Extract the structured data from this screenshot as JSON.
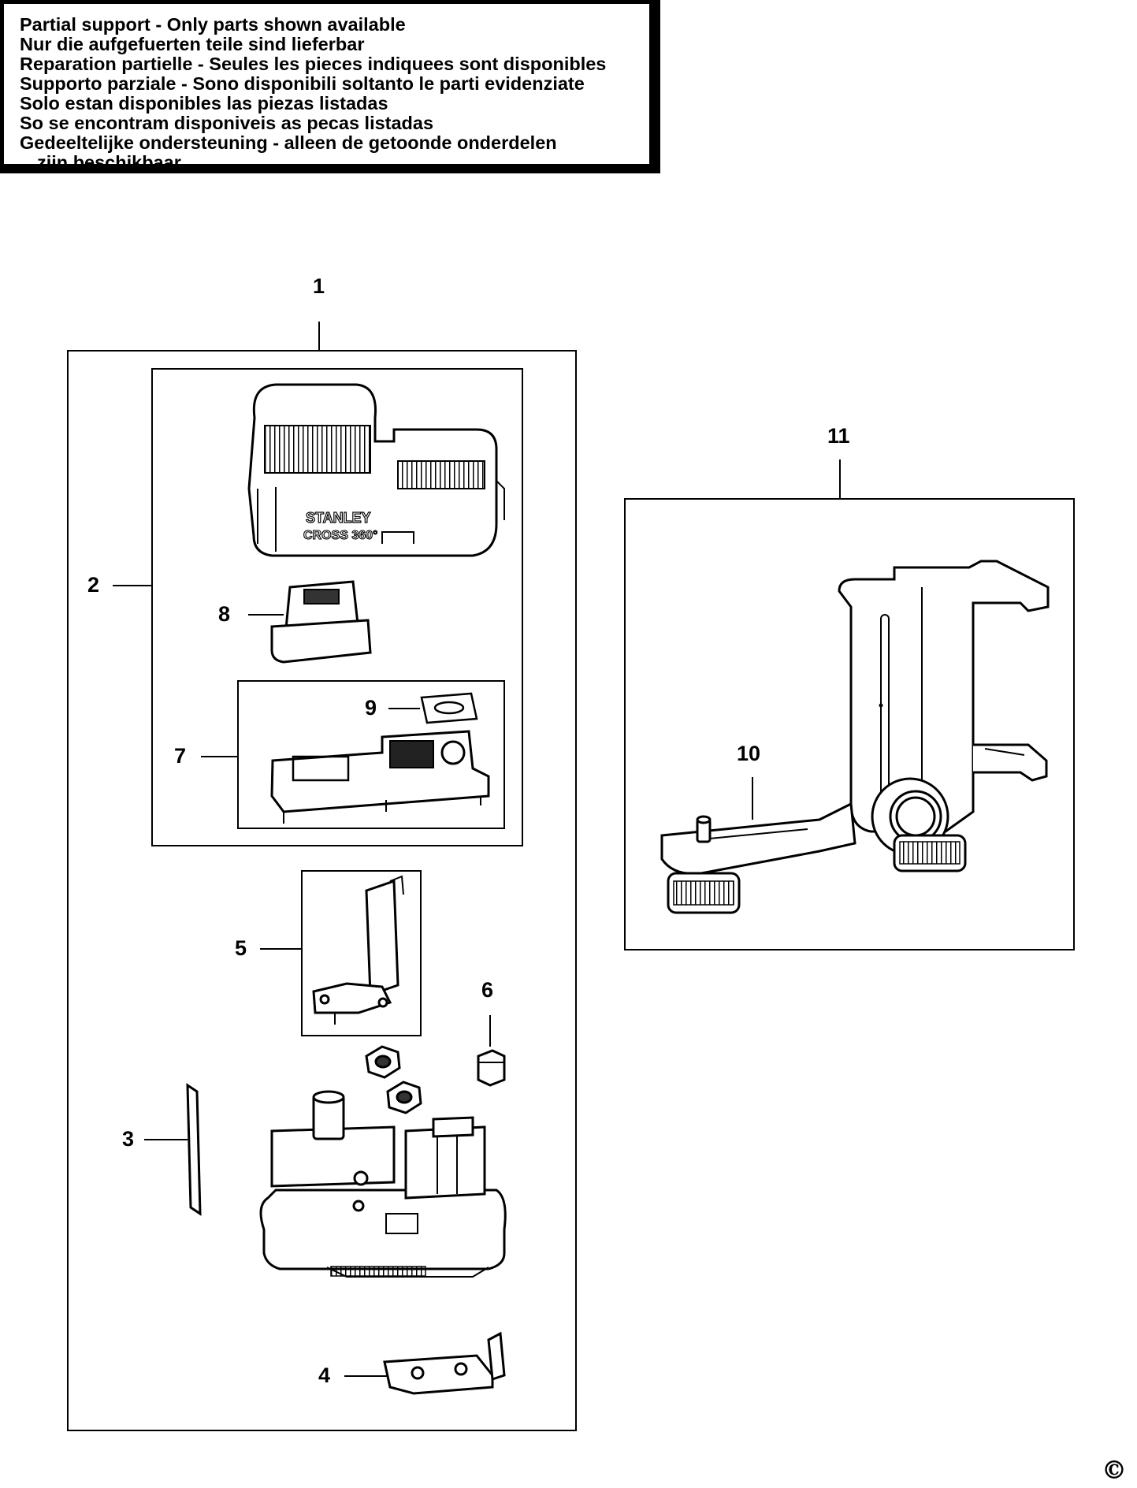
{
  "notice": {
    "lines": [
      "Partial support - Only parts shown available",
      "Nur die aufgefuerten teile sind lieferbar",
      "Reparation partielle - Seules les pieces indiquees sont disponibles",
      "Supporto parziale - Sono disponibili soltanto le parti evidenziate",
      "Solo estan disponibles las piezas listadas",
      "So se encontram disponiveis as pecas listadas",
      "Gedeeltelijke ondersteuning - alleen de getoonde onderdelen",
      "zijn beschikbaar"
    ]
  },
  "product": {
    "brand": "STANLEY",
    "model": "CROSS 360°"
  },
  "callouts": {
    "c1": "1",
    "c2": "2",
    "c3": "3",
    "c4": "4",
    "c5": "5",
    "c6": "6",
    "c7": "7",
    "c8": "8",
    "c9": "9",
    "c10": "10",
    "c11": "11"
  },
  "copyright": "©",
  "colors": {
    "ink": "#000000",
    "paper": "#ffffff",
    "hatch": "#555555"
  }
}
